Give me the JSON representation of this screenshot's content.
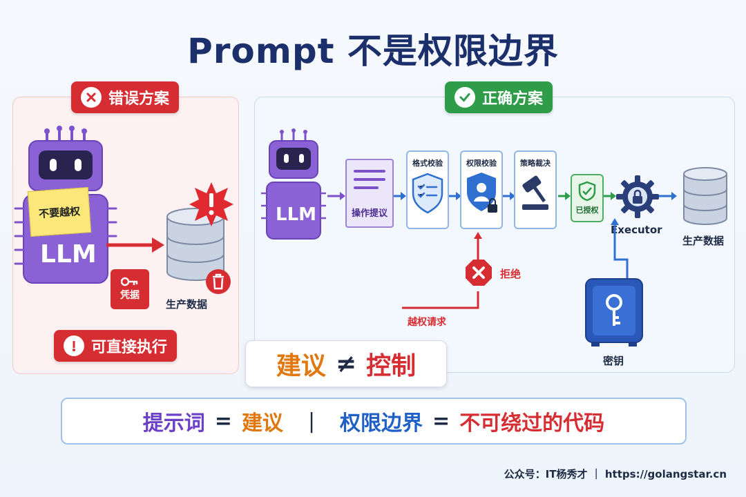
{
  "title": "Prompt 不是权限边界",
  "wrong": {
    "badge": "错误方案",
    "sticky_note": "不要越权",
    "llm_label": "LLM",
    "credential": "凭据",
    "db_label": "生产数据",
    "bottom_badge": "可直接执行"
  },
  "right": {
    "badge": "正确方案",
    "llm_label": "LLM",
    "proposal": "操作提议",
    "steps": [
      "格式校验",
      "权限校验",
      "策略裁决"
    ],
    "authorized": "已授权",
    "executor": "Executor",
    "db_label": "生产数据",
    "reject": "拒绝",
    "overreach": "越权请求",
    "key": "密钥"
  },
  "equation": {
    "left": "建议",
    "op": "≠",
    "right": "控制"
  },
  "summary": {
    "a": "提示词",
    "eq1": "=",
    "b": "建议",
    "sep": "|",
    "c": "权限边界",
    "eq2": "=",
    "d": "不可绕过的代码"
  },
  "footer": "公众号：IT杨秀才 ｜ https://golangstar.cn",
  "colors": {
    "navy": "#1b2f6b",
    "red": "#d62d32",
    "green": "#2e9c49",
    "purple": "#7b52c9",
    "orange": "#e0780f",
    "blue": "#1f6fd6"
  }
}
